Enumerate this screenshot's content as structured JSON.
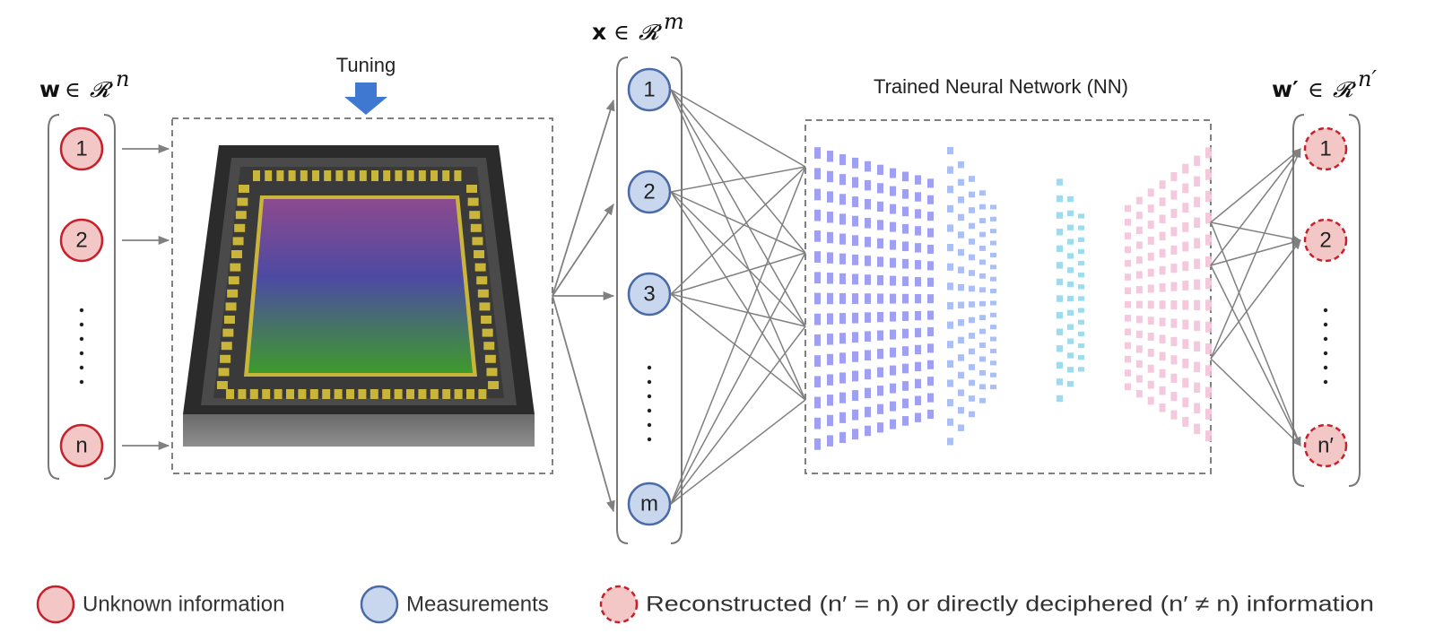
{
  "vectors": {
    "w": {
      "symbol": "w",
      "relation": "∈",
      "space": "𝓡",
      "exponent": "n"
    },
    "x": {
      "symbol": "x",
      "relation": "∈",
      "space": "𝓡",
      "exponent": "m"
    },
    "w_prime": {
      "symbol": "w′",
      "relation": "∈",
      "space": "𝓡",
      "exponent": "n′"
    }
  },
  "tuning_label": "Tuning",
  "nn_label": "Trained Neural Network (NN)",
  "input_nodes": [
    "1",
    "2",
    "n"
  ],
  "measurement_nodes": [
    "1",
    "2",
    "3",
    "m"
  ],
  "output_nodes": [
    "1",
    "2",
    "n′"
  ],
  "legend": {
    "unknown": "Unknown information",
    "measurements": "Measurements",
    "reconstructed": "Reconstructed (n′ = n) or directly deciphered (n′ ≠ n) information"
  },
  "colors": {
    "unknown_fill": "#f4c7c7",
    "unknown_stroke": "#c8202a",
    "measurement_fill": "#c9d7ee",
    "measurement_stroke": "#4a6aa8",
    "arrow": "#808080",
    "tuning_arrow": "#3f78d0"
  }
}
